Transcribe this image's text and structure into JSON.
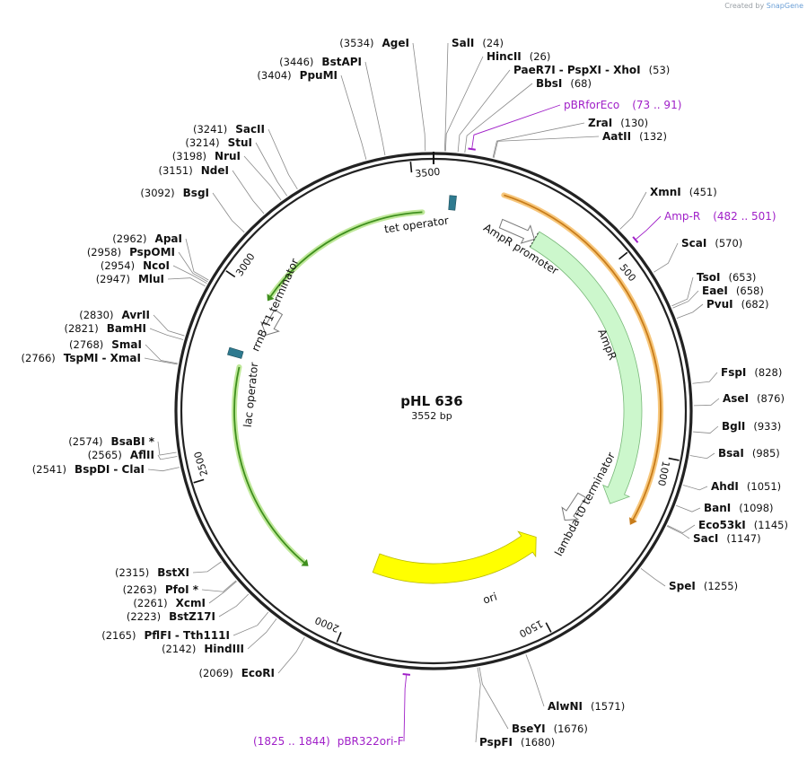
{
  "credit": {
    "prefix": "Created by",
    "brand": "SnapGene"
  },
  "plasmid": {
    "name": "pHL 636",
    "size_text": "3552 bp",
    "length": 3552
  },
  "ticks": [
    {
      "pos": 500,
      "label": "500"
    },
    {
      "pos": 1000,
      "label": "1000"
    },
    {
      "pos": 1500,
      "label": "1500"
    },
    {
      "pos": 2000,
      "label": "2000"
    },
    {
      "pos": 2500,
      "label": "2500"
    },
    {
      "pos": 3000,
      "label": "3000"
    },
    {
      "pos": 3500,
      "label": "3500"
    }
  ],
  "features": [
    {
      "name": "tet operator",
      "type": "box",
      "start": 42,
      "end": 60,
      "color": "#2e7a8f"
    },
    {
      "name": "AmpR promoter",
      "type": "promoter",
      "start": 195,
      "end": 300
    },
    {
      "name": "AmpR",
      "type": "arrow",
      "start": 301,
      "end": 1161,
      "color": "#ccf7cc",
      "stroke": "#78b878"
    },
    {
      "name": "lambda t0 terminator",
      "type": "terminator",
      "start": 1180,
      "end": 1280
    },
    {
      "name": "ori",
      "type": "arrow",
      "start": 1390,
      "end": 1980,
      "color": "#ffff00",
      "stroke": "#b8b800",
      "reverse": true
    },
    {
      "name": "lac operator",
      "type": "box",
      "start": 2815,
      "end": 2835,
      "color": "#2e7a8f"
    },
    {
      "name": "rrnB T1 terminator",
      "type": "terminator",
      "start": 2905,
      "end": 2985
    },
    {
      "name": "tet green left",
      "type": "thin",
      "start": 2160,
      "end": 2790,
      "reverse": true,
      "color": "#3f8f1e"
    },
    {
      "name": "tet green top",
      "type": "thin",
      "start": 2995,
      "end": 3520,
      "reverse": true,
      "color": "#3f8f1e"
    },
    {
      "name": "amp orange",
      "type": "thin",
      "start": 178,
      "end": 1185,
      "reverse": false,
      "color": "#c87c1a"
    }
  ],
  "feature_labels": [
    {
      "text": "tet operator"
    },
    {
      "text": "AmpR promoter"
    },
    {
      "text": "AmpR"
    },
    {
      "text": "lambda t0 terminator"
    },
    {
      "text": "ori"
    },
    {
      "text": "lac operator"
    },
    {
      "text": "rrnB T1 terminator"
    }
  ],
  "primers": [
    {
      "name": "pBRforEco",
      "range": "(73 .. 91)",
      "pos": 82
    },
    {
      "name": "Amp-R",
      "range": "(482 .. 501)",
      "pos": 490
    },
    {
      "name": "pBR322ori-F",
      "range": "(1825 .. 1844)",
      "pos": 1834
    }
  ],
  "sites": [
    {
      "pos": 24,
      "parts": [
        "SalI"
      ],
      "num": "(24)"
    },
    {
      "pos": 26,
      "parts": [
        "HincII"
      ],
      "num": "(26)"
    },
    {
      "pos": 53,
      "parts": [
        "PaeR7I",
        "PspXI",
        "XhoI"
      ],
      "num": "(53)"
    },
    {
      "pos": 68,
      "parts": [
        "BbsI"
      ],
      "num": "(68)"
    },
    {
      "pos": 130,
      "parts": [
        "ZraI"
      ],
      "num": "(130)"
    },
    {
      "pos": 132,
      "parts": [
        "AatII"
      ],
      "num": "(132)"
    },
    {
      "pos": 451,
      "parts": [
        "XmnI"
      ],
      "num": "(451)"
    },
    {
      "pos": 570,
      "parts": [
        "ScaI"
      ],
      "num": "(570)"
    },
    {
      "pos": 653,
      "parts": [
        "TsoI"
      ],
      "num": "(653)"
    },
    {
      "pos": 658,
      "parts": [
        "EaeI"
      ],
      "num": "(658)"
    },
    {
      "pos": 682,
      "parts": [
        "PvuI"
      ],
      "num": "(682)"
    },
    {
      "pos": 828,
      "parts": [
        "FspI"
      ],
      "num": "(828)"
    },
    {
      "pos": 876,
      "parts": [
        "AseI"
      ],
      "num": "(876)"
    },
    {
      "pos": 933,
      "parts": [
        "BglI"
      ],
      "num": "(933)"
    },
    {
      "pos": 985,
      "parts": [
        "BsaI"
      ],
      "num": "(985)"
    },
    {
      "pos": 1051,
      "parts": [
        "AhdI"
      ],
      "num": "(1051)"
    },
    {
      "pos": 1098,
      "parts": [
        "BanI"
      ],
      "num": "(1098)"
    },
    {
      "pos": 1145,
      "parts": [
        "Eco53kI"
      ],
      "num": "(1145)"
    },
    {
      "pos": 1147,
      "parts": [
        "SacI"
      ],
      "num": "(1147)"
    },
    {
      "pos": 1255,
      "parts": [
        "SpeI"
      ],
      "num": "(1255)"
    },
    {
      "pos": 1571,
      "parts": [
        "AlwNI"
      ],
      "num": "(1571)"
    },
    {
      "pos": 1676,
      "parts": [
        "BseYI"
      ],
      "num": "(1676)"
    },
    {
      "pos": 1680,
      "parts": [
        "PspFI"
      ],
      "num": "(1680)"
    },
    {
      "pos": 2069,
      "parts": [
        "EcoRI"
      ],
      "num": "(2069)"
    },
    {
      "pos": 2142,
      "parts": [
        "HindIII"
      ],
      "num": "(2142)"
    },
    {
      "pos": 2165,
      "parts": [
        "PflFI",
        "Tth111I"
      ],
      "num": "(2165)"
    },
    {
      "pos": 2223,
      "parts": [
        "BstZ17I"
      ],
      "num": "(2223)"
    },
    {
      "pos": 2261,
      "parts": [
        "XcmI"
      ],
      "num": "(2261)"
    },
    {
      "pos": 2263,
      "parts": [
        "PfoI *"
      ],
      "num": "(2263)"
    },
    {
      "pos": 2315,
      "parts": [
        "BstXI"
      ],
      "num": "(2315)"
    },
    {
      "pos": 2541,
      "parts": [
        "BspDI",
        "ClaI"
      ],
      "num": "(2541)"
    },
    {
      "pos": 2565,
      "parts": [
        "AflII"
      ],
      "num": "(2565)"
    },
    {
      "pos": 2574,
      "parts": [
        "BsaBI *"
      ],
      "num": "(2574)"
    },
    {
      "pos": 2766,
      "parts": [
        "TspMI",
        "XmaI"
      ],
      "num": "(2766)"
    },
    {
      "pos": 2768,
      "parts": [
        "SmaI"
      ],
      "num": "(2768)"
    },
    {
      "pos": 2821,
      "parts": [
        "BamHI"
      ],
      "num": "(2821)"
    },
    {
      "pos": 2830,
      "parts": [
        "AvrII"
      ],
      "num": "(2830)"
    },
    {
      "pos": 2947,
      "parts": [
        "MluI"
      ],
      "num": "(2947)"
    },
    {
      "pos": 2954,
      "parts": [
        "NcoI"
      ],
      "num": "(2954)"
    },
    {
      "pos": 2958,
      "parts": [
        "PspOMI"
      ],
      "num": "(2958)"
    },
    {
      "pos": 2962,
      "parts": [
        "ApaI"
      ],
      "num": "(2962)"
    },
    {
      "pos": 3092,
      "parts": [
        "BsgI"
      ],
      "num": "(3092)"
    },
    {
      "pos": 3151,
      "parts": [
        "NdeI"
      ],
      "num": "(3151)"
    },
    {
      "pos": 3198,
      "parts": [
        "NruI"
      ],
      "num": "(3198)"
    },
    {
      "pos": 3214,
      "parts": [
        "StuI"
      ],
      "num": "(3214)"
    },
    {
      "pos": 3241,
      "parts": [
        "SacII"
      ],
      "num": "(3241)"
    },
    {
      "pos": 3404,
      "parts": [
        "PpuMI"
      ],
      "num": "(3404)"
    },
    {
      "pos": 3446,
      "parts": [
        "BstAPI"
      ],
      "num": "(3446)"
    },
    {
      "pos": 3534,
      "parts": [
        "AgeI"
      ],
      "num": "(3534)"
    }
  ]
}
